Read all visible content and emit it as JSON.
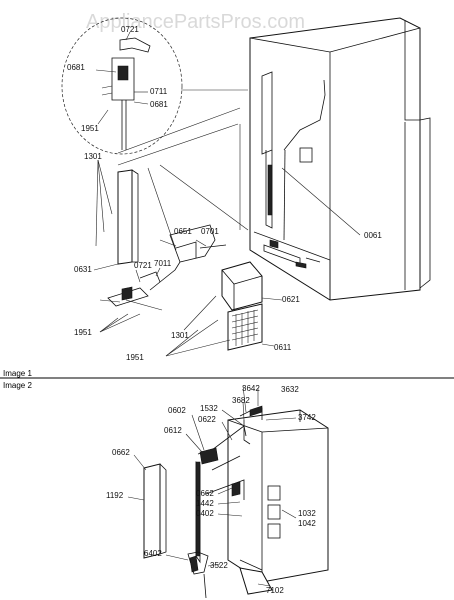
{
  "watermark": "AppliancePartsPros.com",
  "sections": {
    "image1": "Image 1",
    "image2": "Image 2"
  },
  "labels": {
    "p0721a": "0721",
    "p0681a": "0681",
    "p0711": "0711",
    "p0681b": "0681",
    "p1951a": "1951",
    "p1301a": "1301",
    "p0061": "0061",
    "p0651": "0651",
    "p0701": "0701",
    "p0631": "0631",
    "p0721b": "0721",
    "p7011": "7011",
    "p0621": "0621",
    "p1951b": "1951",
    "p1301b": "1301",
    "p0611": "0611",
    "p1951c": "1951",
    "p3642": "3642",
    "p3632": "3632",
    "p3682": "3682",
    "p0602": "0602",
    "p1532": "1532",
    "p3742": "3742",
    "p0612": "0612",
    "p0622": "0622",
    "p0662a": "0662",
    "p1192": "1192",
    "p0662b": "0662",
    "p1442": "1442",
    "p0402": "0402",
    "p1032": "1032",
    "p1042": "1042",
    "p6402": "6402",
    "p3522": "3522",
    "p7102": "7102"
  }
}
